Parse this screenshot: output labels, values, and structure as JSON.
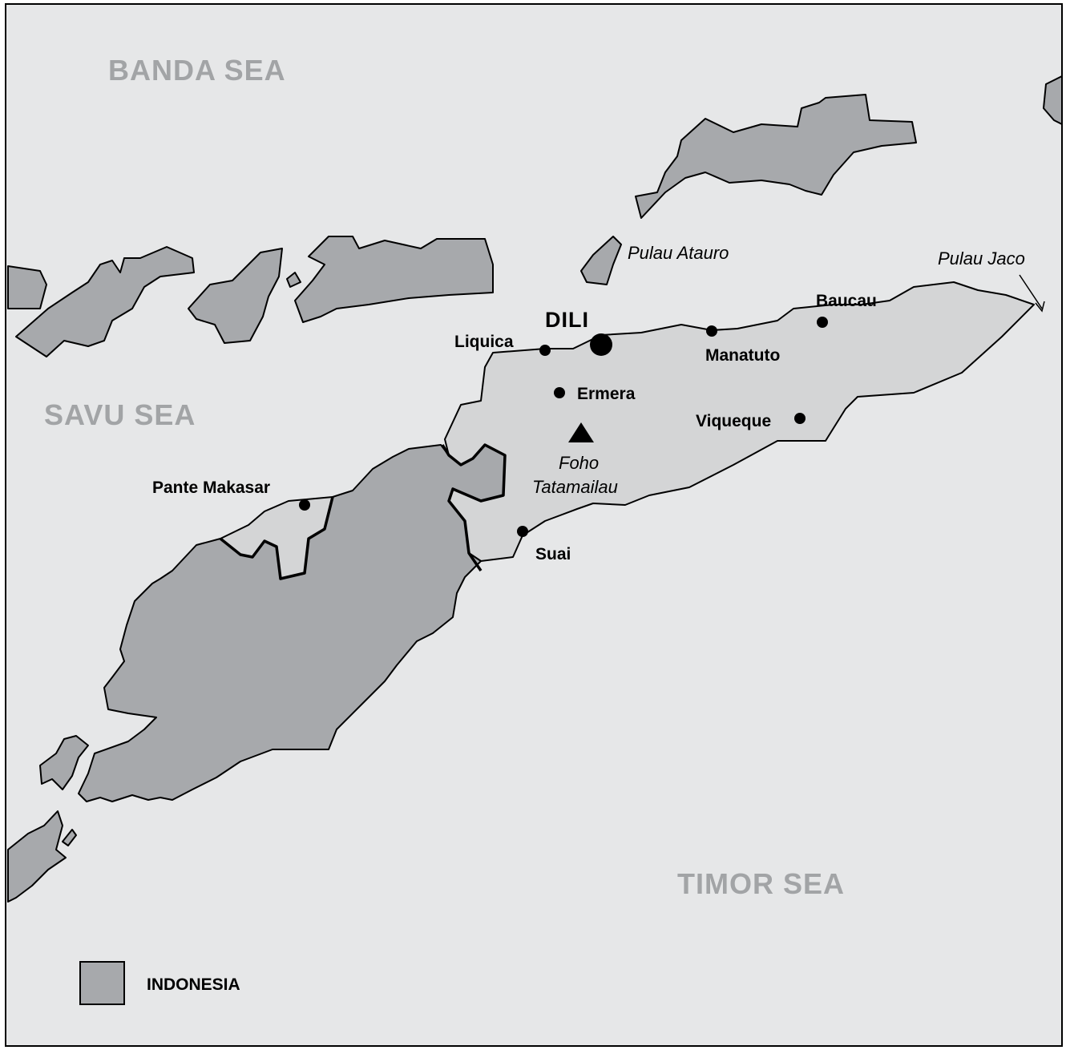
{
  "seas": {
    "banda": "BANDA SEA",
    "savu": "SAVU SEA",
    "timor": "TIMOR SEA"
  },
  "capital": {
    "name": "DILI"
  },
  "towns": {
    "liquica": "Liquica",
    "ermera": "Ermera",
    "manatuto": "Manatuto",
    "baucau": "Baucau",
    "viqueque": "Viqueque",
    "suai": "Suai",
    "pante_makasar": "Pante Makasar"
  },
  "mountain": {
    "line1": "Foho",
    "line2": "Tatamailau"
  },
  "islands": {
    "atauro": "Pulau Atauro",
    "jaco": "Pulau Jaco"
  },
  "legend": {
    "label": "INDONESIA",
    "swatch_color": "#a7a9ac"
  },
  "colors": {
    "sea": "#e6e7e8",
    "indonesia": "#a7a9ac",
    "timor_leste": "#d4d5d6"
  }
}
